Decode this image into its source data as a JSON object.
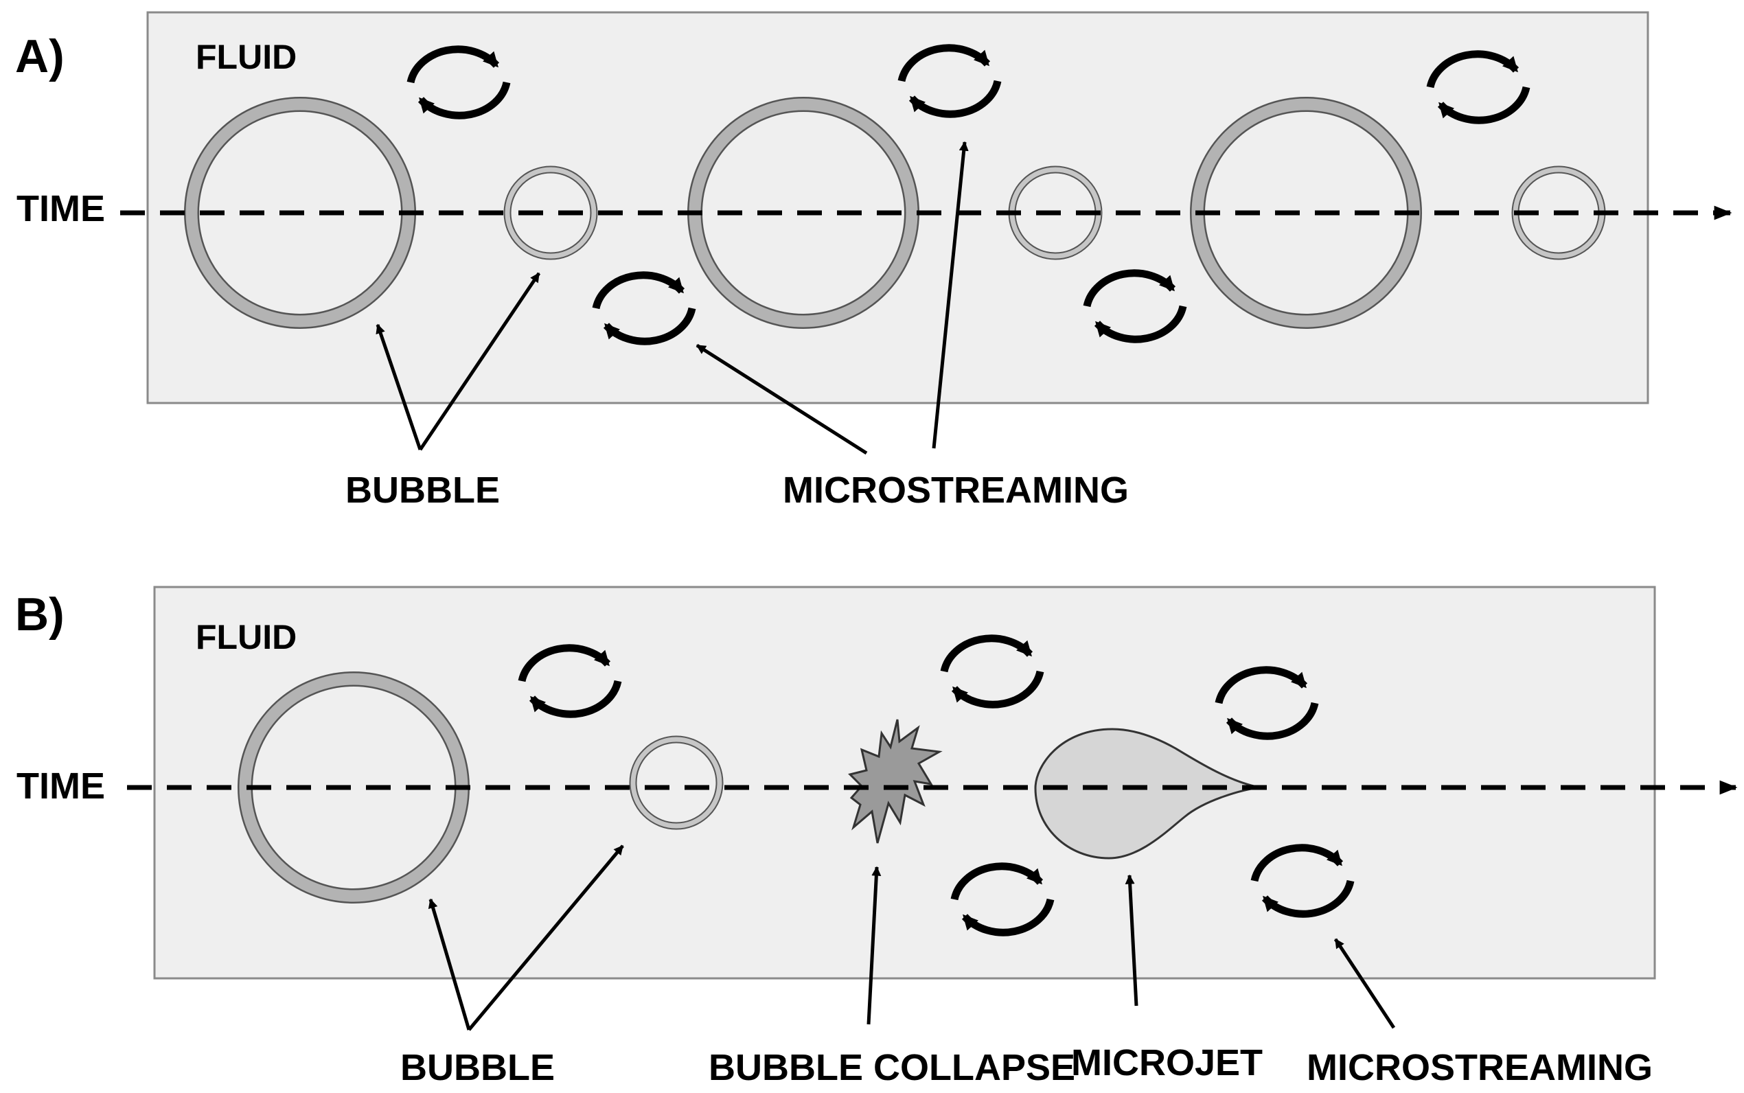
{
  "colors": {
    "panel_fill": "#efefef",
    "panel_stroke": "#8a8a8a",
    "bubble_shell": "#b3b3b3",
    "bubble_stroke": "#555555",
    "collapse_fill": "#9a9a9a",
    "microjet_fill": "#d6d6d6",
    "ink": "#000000"
  },
  "panel_a": {
    "label": "A)",
    "fluid": "FLUID",
    "time": "TIME",
    "callouts": {
      "bubble": "BUBBLE",
      "microstreaming": "MICROSTREAMING"
    },
    "icons": {
      "vortex": "circular-arrows-icon",
      "bubble": "ring-bubble"
    }
  },
  "panel_b": {
    "label": "B)",
    "fluid": "FLUID",
    "time": "TIME",
    "callouts": {
      "bubble": "BUBBLE",
      "bubble_collapse": "BUBBLE COLLAPSE",
      "microjet": "MICROJET",
      "microstreaming": "MICROSTREAMING"
    },
    "icons": {
      "vortex": "circular-arrows-icon",
      "collapse": "starburst-icon",
      "microjet": "teardrop-jet"
    }
  }
}
